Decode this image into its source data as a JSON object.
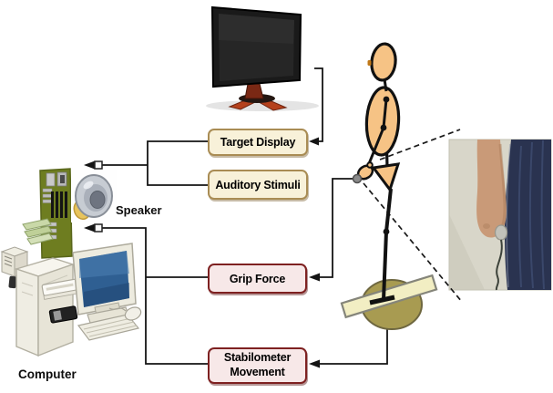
{
  "boxes": {
    "target_display": "Target Display",
    "auditory_stimuli": "Auditory Stimuli",
    "grip_force": "Grip Force",
    "stabilometer_line1": "Stabilometer",
    "stabilometer_line2": "Movement"
  },
  "labels": {
    "speaker": "Speaker",
    "computer": "Computer"
  },
  "icons": {
    "monitor": "lcd-monitor",
    "speaker": "speaker-cone",
    "computer": "exploded-desktop-pc",
    "person": "stick-figure-standing",
    "stabilometer": "rocker-balance-board",
    "photo": "hand-holding-grip-sensor-photo"
  },
  "colors": {
    "cream_box_fill": "#F8F1D9",
    "cream_box_border": "#A98C54",
    "pink_box_fill": "#F7E8E8",
    "pink_box_border": "#7E2121",
    "connector_line": "#141414",
    "skin": "#F6C385",
    "board_fill": "#F2EEC3",
    "dome_fill": "#A89B51",
    "monitor_bezel": "#1A1A1A",
    "monitor_stand": "#B5411C",
    "motherboard_green": "#6E7D20",
    "photo_wall": "#D8D6C9",
    "photo_jeans": "#2A3350",
    "photo_skin": "#C99A78"
  }
}
